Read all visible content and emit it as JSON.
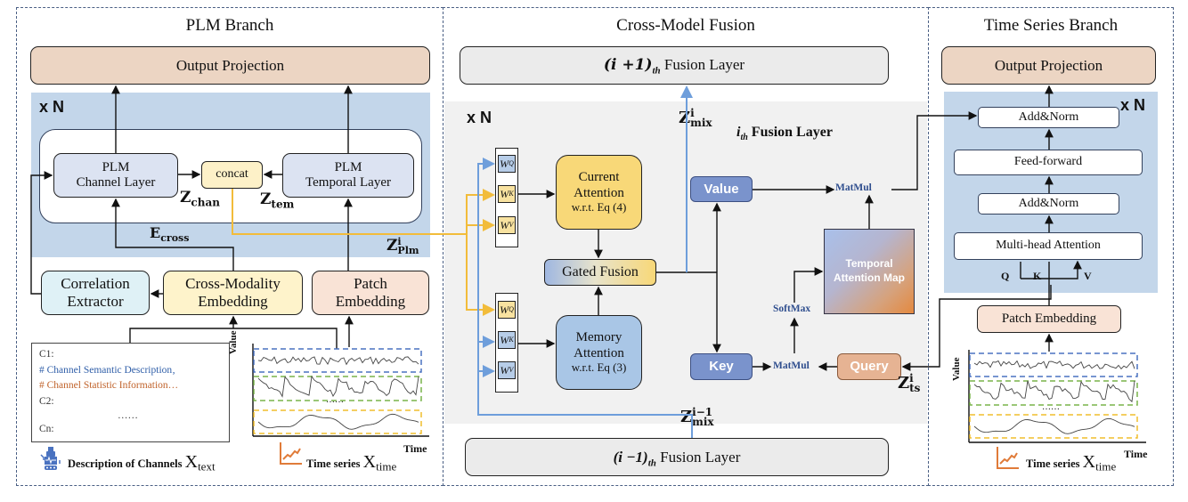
{
  "panels": {
    "plm": {
      "title": "PLM Branch",
      "output_projection": "Output Projection",
      "repeat": "x N",
      "channel_layer": [
        "PLM",
        "Channel Layer"
      ],
      "temporal_layer": [
        "PLM",
        "Temporal Layer"
      ],
      "concat": "concat",
      "z_chan": {
        "base": "Z",
        "sub": "chan"
      },
      "z_tem": {
        "base": "Z",
        "sub": "tem"
      },
      "e_cross": {
        "base": "E",
        "sub": "cross"
      },
      "z_plm": {
        "base": "Z",
        "sup": "i",
        "sub": "Plm"
      },
      "correlation_extractor": [
        "Correlation",
        "Extractor"
      ],
      "cross_modality_embedding": [
        "Cross-Modality",
        "Embedding"
      ],
      "patch_embedding": [
        "Patch",
        "Embedding"
      ],
      "description_box": {
        "lines": [
          {
            "text": "C1:",
            "color": "#333333"
          },
          {
            "text": "# Channel Semantic Description‚",
            "color": "#2f5ea8"
          },
          {
            "text": "# Channel Statistic Information…",
            "color": "#c0622a"
          },
          {
            "text": "C2:",
            "color": "#333333"
          },
          {
            "text": "……",
            "color": "#333333"
          },
          {
            "text": "Cn:",
            "color": "#333333"
          }
        ]
      },
      "description_caption": "Description of Channels",
      "x_text": {
        "base": "X",
        "sub": "text"
      },
      "ts_caption": "Time series",
      "x_time": {
        "base": "X",
        "sub": "time"
      },
      "axis_value": "Value",
      "axis_time": "Time",
      "ellipsis": "……"
    },
    "fusion": {
      "title": "Cross-Model Fusion",
      "next_layer": {
        "prefix": "(i +1)",
        "sub": "th",
        "suffix": "Fusion Layer"
      },
      "prev_layer": {
        "prefix": "(i −1)",
        "sub": "th",
        "suffix": "Fusion  Layer"
      },
      "repeat": "x N",
      "z_mix": {
        "base": "Z",
        "sup": "i",
        "sub": "mix"
      },
      "z_mix_prev": {
        "base": "Z",
        "sup": "i−1",
        "sub": "mix"
      },
      "layer_label": {
        "prefix": "i",
        "sub": "th",
        "suffix": "Fusion Layer"
      },
      "weights_top": [
        {
          "label": "W",
          "sub": "Q",
          "color": "#b7cde8"
        },
        {
          "label": "W",
          "sub": "K",
          "color": "#f8e2a0"
        },
        {
          "label": "W",
          "sub": "V",
          "color": "#f8e2a0"
        }
      ],
      "weights_bottom": [
        {
          "label": "W",
          "sub": "Q",
          "color": "#f8e2a0"
        },
        {
          "label": "W",
          "sub": "K",
          "color": "#b7cde8"
        },
        {
          "label": "W",
          "sub": "V",
          "color": "#b7cde8"
        }
      ],
      "current_attention": [
        "Current",
        "Attention",
        "w.r.t. Eq (4)"
      ],
      "memory_attention": [
        "Memory",
        "Attention",
        "w.r.t. Eq (3)"
      ],
      "gated_fusion": "Gated Fusion",
      "value": "Value",
      "key": "Key",
      "query": "Query",
      "matmul_top": "MatMul",
      "matmul_bottom": "MatMul",
      "softmax": "SoftMax",
      "temporal_attention_map": [
        "Temporal",
        "Attention Map"
      ],
      "z_ts": {
        "base": "Z",
        "sup": "i",
        "sub": "ts"
      }
    },
    "ts": {
      "title": "Time Series Branch",
      "output_projection": "Output Projection",
      "repeat": "x N",
      "add_norm_top": "Add&Norm",
      "feed_forward": "Feed-forward",
      "add_norm_bottom": "Add&Norm",
      "multi_head_attention": "Multi-head Attention",
      "q": "Q",
      "k": "K",
      "v": "V",
      "patch_embedding": "Patch Embedding",
      "ts_caption": "Time series",
      "x_time": {
        "base": "X",
        "sub": "time"
      },
      "axis_value": "Value",
      "axis_time": "Time",
      "ellipsis": "……"
    }
  },
  "colors": {
    "output_projection": "#ecd5c3",
    "plm_layer": "#dce3f2",
    "concat": "#fdf1c8",
    "repeat_bg": "#c3d6ea",
    "fusion_bg": "#f1f1f1",
    "correlation": "#dff1f6",
    "cross_modality": "#fef3cb",
    "patch": "#f9e3d6",
    "current_attention": "#f8d878",
    "memory_attention": "#a9c6e6",
    "value_key": "#7a93cc",
    "query": "#e6b393",
    "fusion_layer": "#ebebeb",
    "yellow_line": "#f2bc3a",
    "blue_line": "#6e9edb",
    "series_blue": "#4a72c0",
    "series_green": "#79b34a",
    "series_yellow": "#f0bd2d"
  }
}
